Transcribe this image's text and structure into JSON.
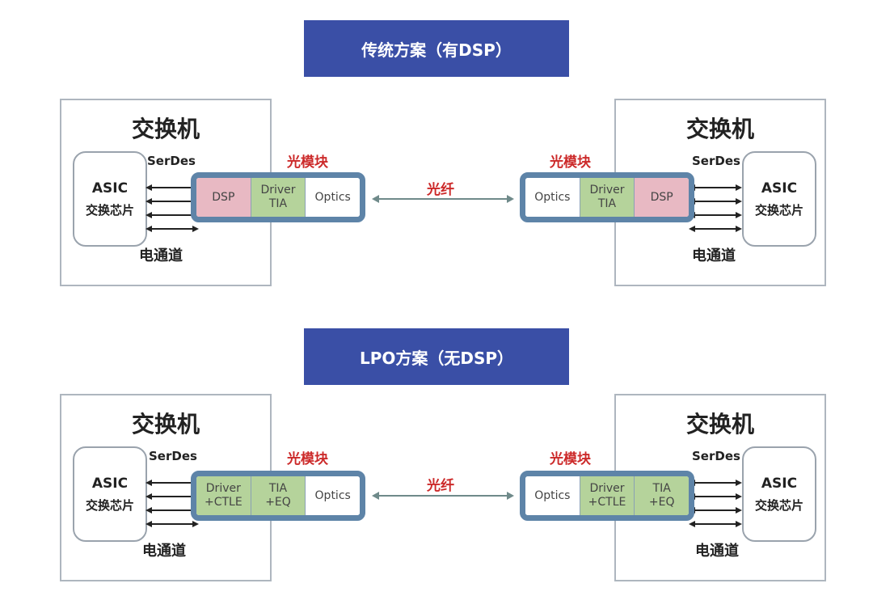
{
  "sections": [
    {
      "title": "传统方案（有DSP）",
      "left": {
        "switch_title": "交换机",
        "asic_line1": "ASIC",
        "asic_line2": "交换芯片",
        "serdes": "SerDes",
        "channel": "电通道",
        "module_label": "光模块",
        "cells": [
          {
            "lines": [
              "DSP"
            ],
            "color": "pink"
          },
          {
            "lines": [
              "Driver",
              "TIA"
            ],
            "color": "green"
          },
          {
            "lines": [
              "Optics"
            ],
            "color": "white"
          }
        ]
      },
      "fiber_label": "光纤",
      "right": {
        "switch_title": "交换机",
        "asic_line1": "ASIC",
        "asic_line2": "交换芯片",
        "serdes": "SerDes",
        "channel": "电通道",
        "module_label": "光模块",
        "cells": [
          {
            "lines": [
              "Optics"
            ],
            "color": "white"
          },
          {
            "lines": [
              "Driver",
              "TIA"
            ],
            "color": "green"
          },
          {
            "lines": [
              "DSP"
            ],
            "color": "pink"
          }
        ]
      }
    },
    {
      "title": "LPO方案（无DSP）",
      "left": {
        "switch_title": "交换机",
        "asic_line1": "ASIC",
        "asic_line2": "交换芯片",
        "serdes": "SerDes",
        "channel": "电通道",
        "module_label": "光模块",
        "cells": [
          {
            "lines": [
              "Driver",
              "+CTLE"
            ],
            "color": "green"
          },
          {
            "lines": [
              "TIA",
              "+EQ"
            ],
            "color": "green"
          },
          {
            "lines": [
              "Optics"
            ],
            "color": "white"
          }
        ]
      },
      "fiber_label": "光纤",
      "right": {
        "switch_title": "交换机",
        "asic_line1": "ASIC",
        "asic_line2": "交换芯片",
        "serdes": "SerDes",
        "channel": "电通道",
        "module_label": "光模块",
        "cells": [
          {
            "lines": [
              "Optics"
            ],
            "color": "white"
          },
          {
            "lines": [
              "Driver",
              "+CTLE"
            ],
            "color": "green"
          },
          {
            "lines": [
              "TIA",
              "+EQ"
            ],
            "color": "green"
          }
        ]
      }
    }
  ],
  "colors": {
    "banner": "#3a4fa6",
    "module_border": "#5e84a8",
    "dsp": "#e8b9c3",
    "analog": "#b5d39b",
    "label_red": "#cc2a2a"
  }
}
